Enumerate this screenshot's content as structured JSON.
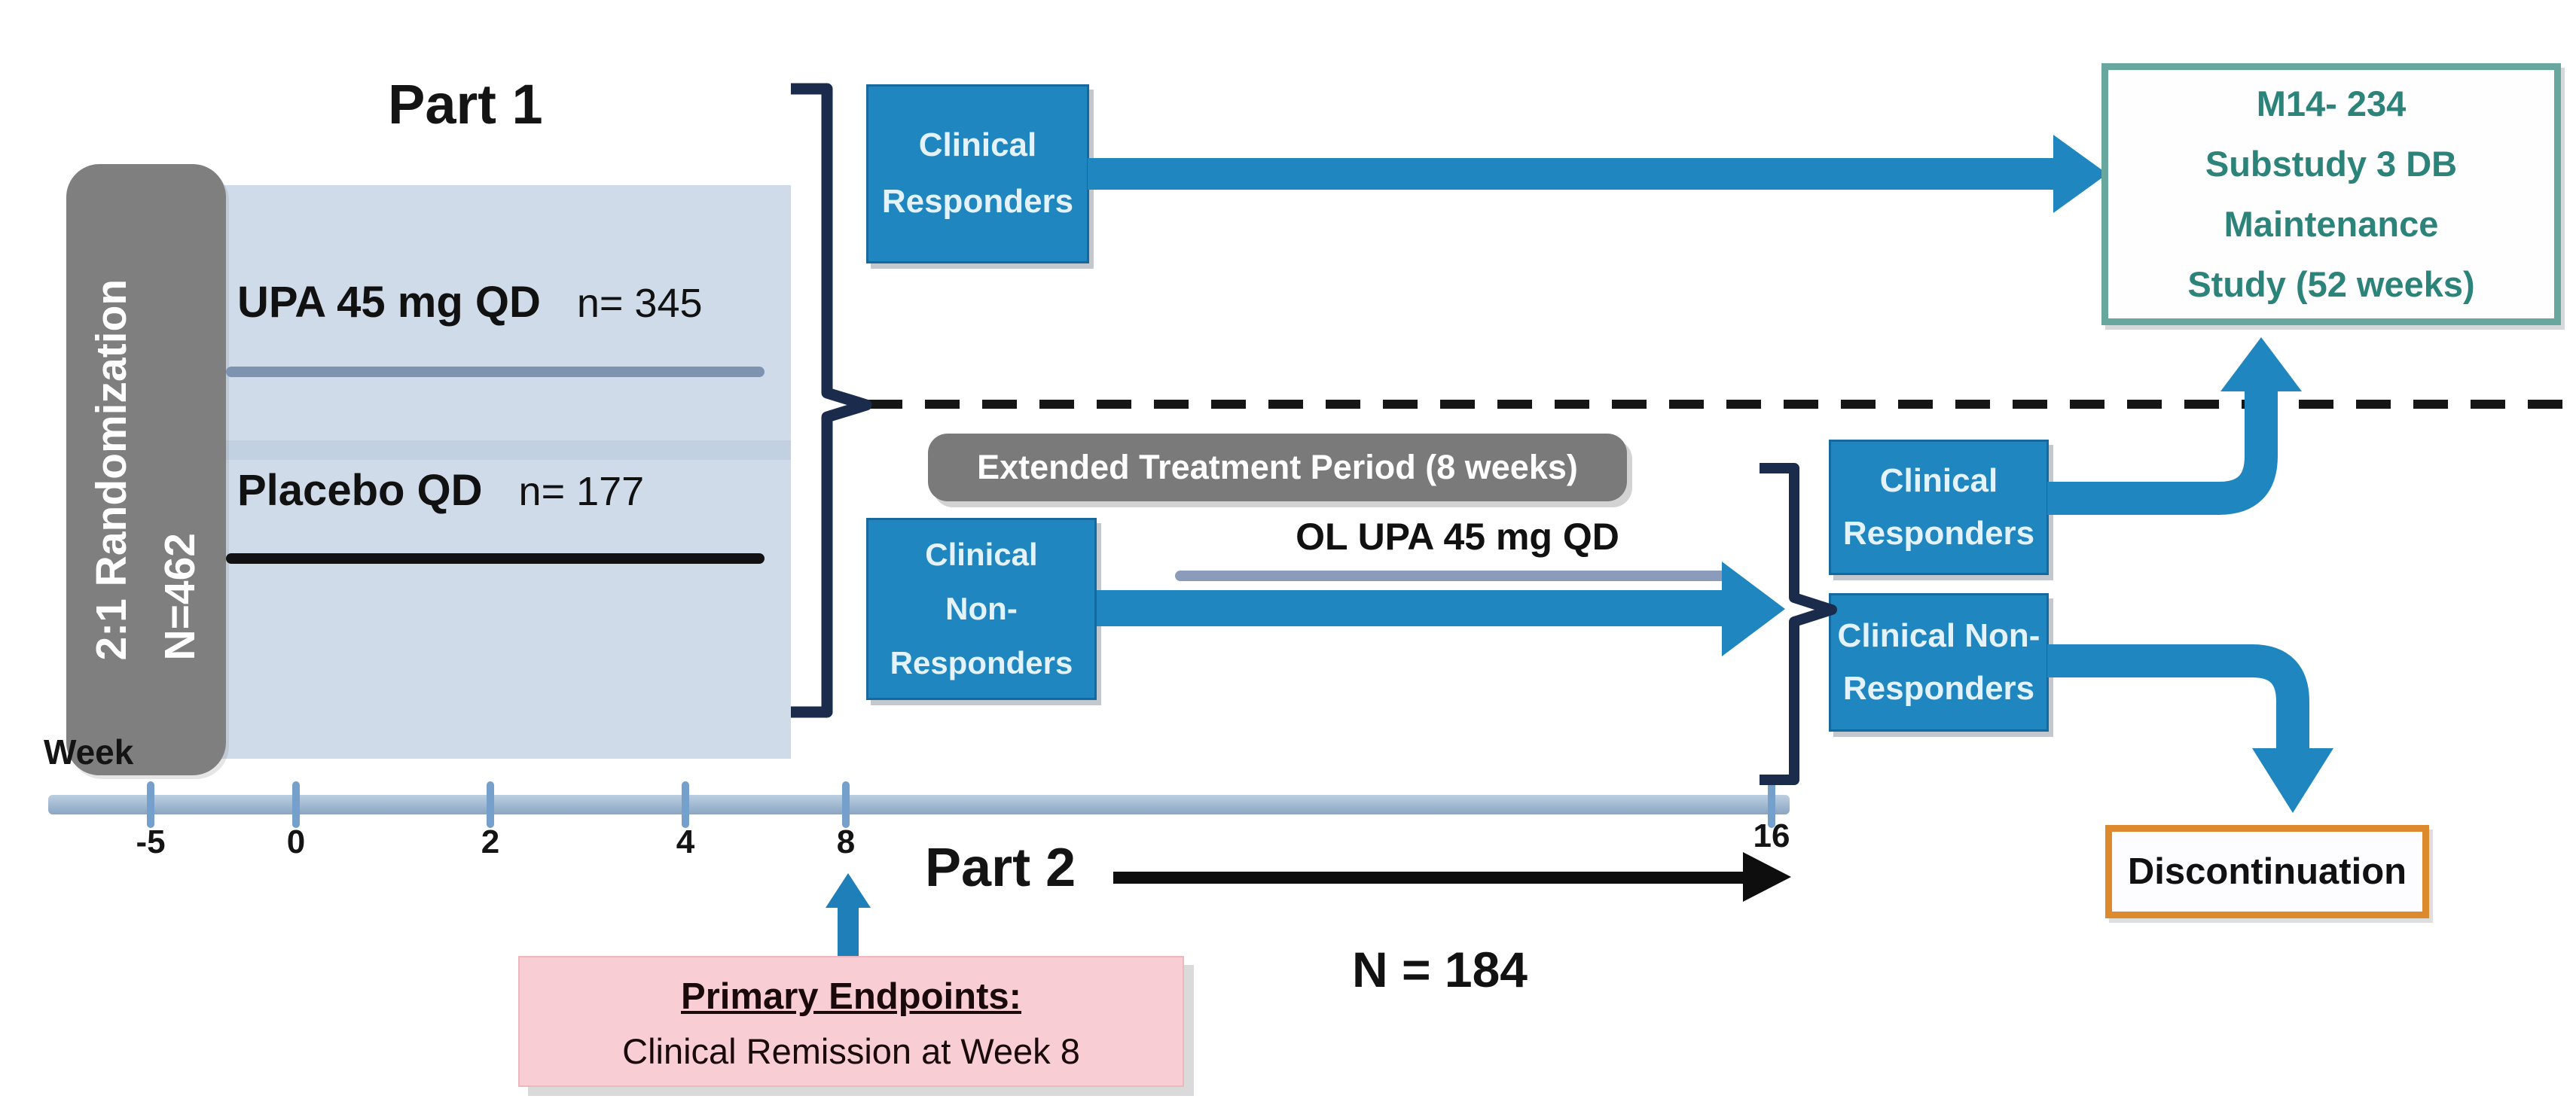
{
  "diagram": {
    "part1_title": "Part 1",
    "part2_title": "Part 2",
    "part2_n": "N = 184",
    "randomization": {
      "line1": "2:1 Randomization",
      "line2": "N=462"
    },
    "arms": [
      {
        "label": "UPA 45 mg QD",
        "n": "n= 345"
      },
      {
        "label": "Placebo QD",
        "n": "n= 177"
      }
    ],
    "boxes": {
      "clinical_responders_part1": {
        "lines": [
          "Clinical",
          "Responders"
        ]
      },
      "m14_maintenance": {
        "lines": [
          "M14- 234",
          "Substudy 3 DB",
          "Maintenance",
          "Study (52 weeks)"
        ]
      },
      "extended_treatment": {
        "label": "Extended Treatment Period (8 weeks)"
      },
      "clinical_non_responders_part1": {
        "lines": [
          "Clinical",
          "Non-",
          "Responders"
        ]
      },
      "clinical_responders_part2": {
        "lines": [
          "Clinical",
          "Responders"
        ]
      },
      "clinical_non_responders_part2": {
        "lines": [
          "Clinical Non-",
          "Responders"
        ]
      },
      "discontinuation": {
        "label": "Discontinuation"
      }
    },
    "open_label_treatment": "OL UPA 45 mg QD",
    "endpoints": {
      "title": "Primary Endpoints:",
      "detail": "Clinical Remission at Week 8"
    },
    "timeline": {
      "axis_label": "Week",
      "ticks": [
        "-5",
        "0",
        "2",
        "4",
        "8",
        "16"
      ]
    },
    "colors": {
      "box_blue": "#1f86c0",
      "panel_blue": "#cfdbe9",
      "gray": "#7f7f7f",
      "navy_bracket": "#1b2b4b",
      "teal_border": "#68a79e",
      "teal_text": "#2c837a",
      "orange_border": "#dd8a2f",
      "pink": "#f8cdd4",
      "steel_line": "#8b9cba",
      "axis_blue": "#8aa6c3"
    }
  }
}
